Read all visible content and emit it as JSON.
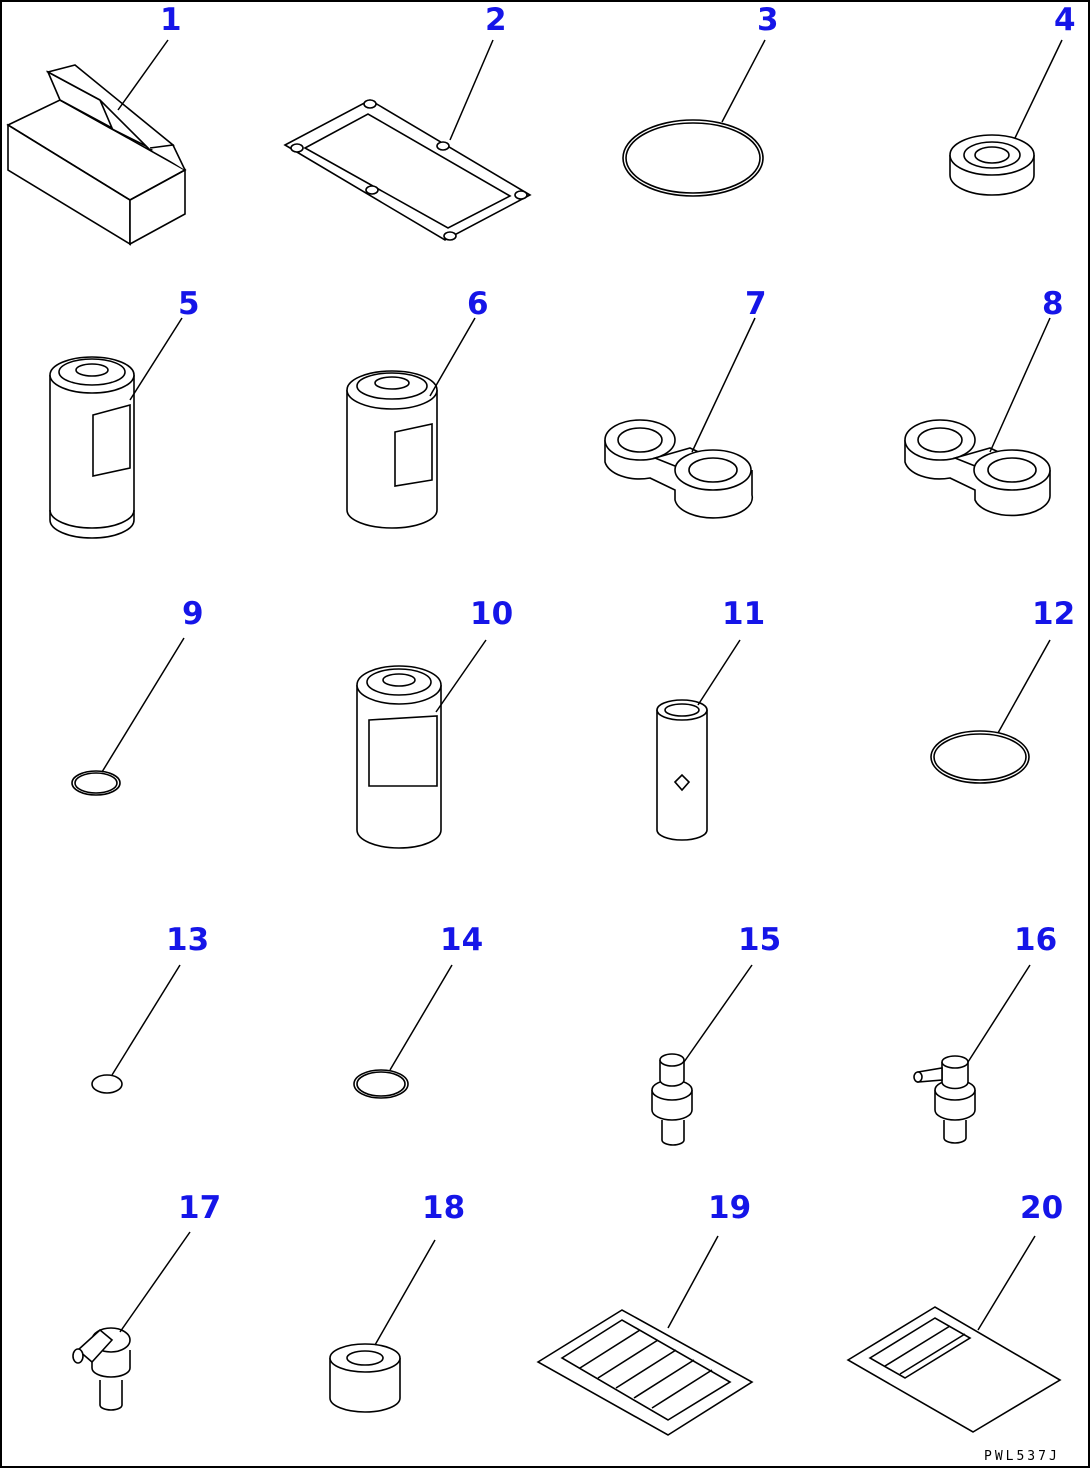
{
  "diagram": {
    "reference_code": "PWL537J",
    "callouts": [
      {
        "id": "1",
        "label": "1"
      },
      {
        "id": "2",
        "label": "2"
      },
      {
        "id": "3",
        "label": "3"
      },
      {
        "id": "4",
        "label": "4"
      },
      {
        "id": "5",
        "label": "5"
      },
      {
        "id": "6",
        "label": "6"
      },
      {
        "id": "7",
        "label": "7"
      },
      {
        "id": "8",
        "label": "8"
      },
      {
        "id": "9",
        "label": "9"
      },
      {
        "id": "10",
        "label": "10"
      },
      {
        "id": "11",
        "label": "11"
      },
      {
        "id": "12",
        "label": "12"
      },
      {
        "id": "13",
        "label": "13"
      },
      {
        "id": "14",
        "label": "14"
      },
      {
        "id": "15",
        "label": "15"
      },
      {
        "id": "16",
        "label": "16"
      },
      {
        "id": "17",
        "label": "17"
      },
      {
        "id": "18",
        "label": "18"
      },
      {
        "id": "19",
        "label": "19"
      },
      {
        "id": "20",
        "label": "20"
      }
    ],
    "colors": {
      "callout": "#1515e8",
      "linework": "#000000",
      "background": "#ffffff"
    }
  }
}
